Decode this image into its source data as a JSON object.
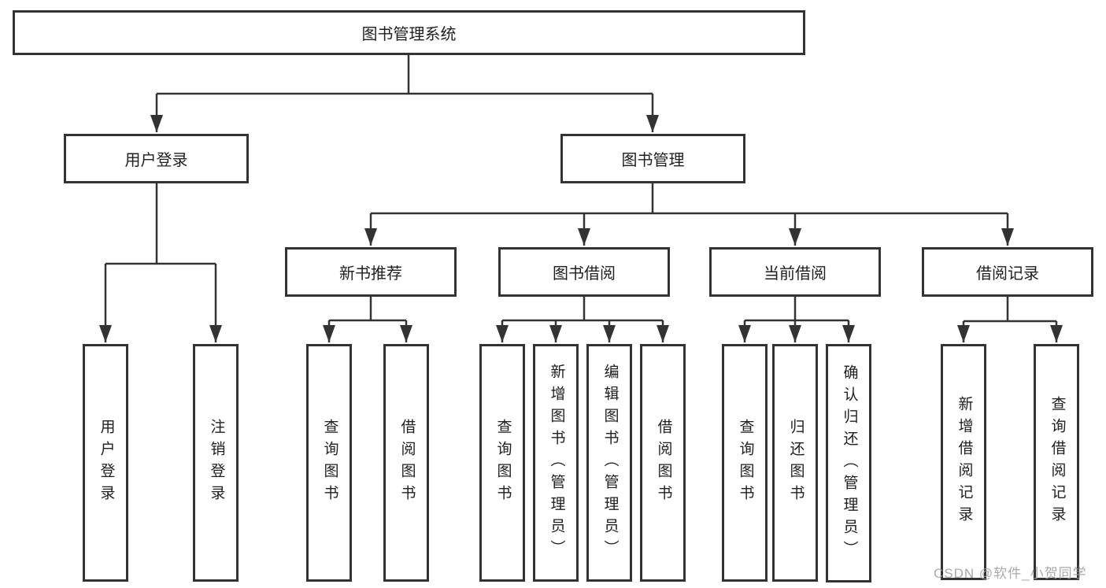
{
  "diagram": {
    "root": {
      "label": "图书管理系统"
    },
    "level2": [
      {
        "label": "用户登录"
      },
      {
        "label": "图书管理"
      }
    ],
    "level3": [
      {
        "label": "新书推荐"
      },
      {
        "label": "图书借阅"
      },
      {
        "label": "当前借阅"
      },
      {
        "label": "借阅记录"
      }
    ],
    "leaves": [
      {
        "label": "用户登录",
        "parent": "用户登录"
      },
      {
        "label": "注销登录",
        "parent": "用户登录"
      },
      {
        "label": "查询图书",
        "parent": "新书推荐"
      },
      {
        "label": "借阅图书",
        "parent": "新书推荐"
      },
      {
        "label": "查询图书",
        "parent": "图书借阅"
      },
      {
        "label": "新增图书（管理员）",
        "parent": "图书借阅"
      },
      {
        "label": "编辑图书（管理员）",
        "parent": "图书借阅"
      },
      {
        "label": "借阅图书",
        "parent": "图书借阅"
      },
      {
        "label": "查询图书",
        "parent": "当前借阅"
      },
      {
        "label": "归还图书",
        "parent": "当前借阅"
      },
      {
        "label": "确认归还（管理员）",
        "parent": "当前借阅"
      },
      {
        "label": "新增借阅记录",
        "parent": "借阅记录"
      },
      {
        "label": "查询借阅记录",
        "parent": "借阅记录"
      }
    ]
  },
  "colors": {
    "line": "#333333",
    "text": "#1f1f1f",
    "watermark": "#9b9b9b"
  },
  "watermark": "CSDN @软件_小贺同学"
}
